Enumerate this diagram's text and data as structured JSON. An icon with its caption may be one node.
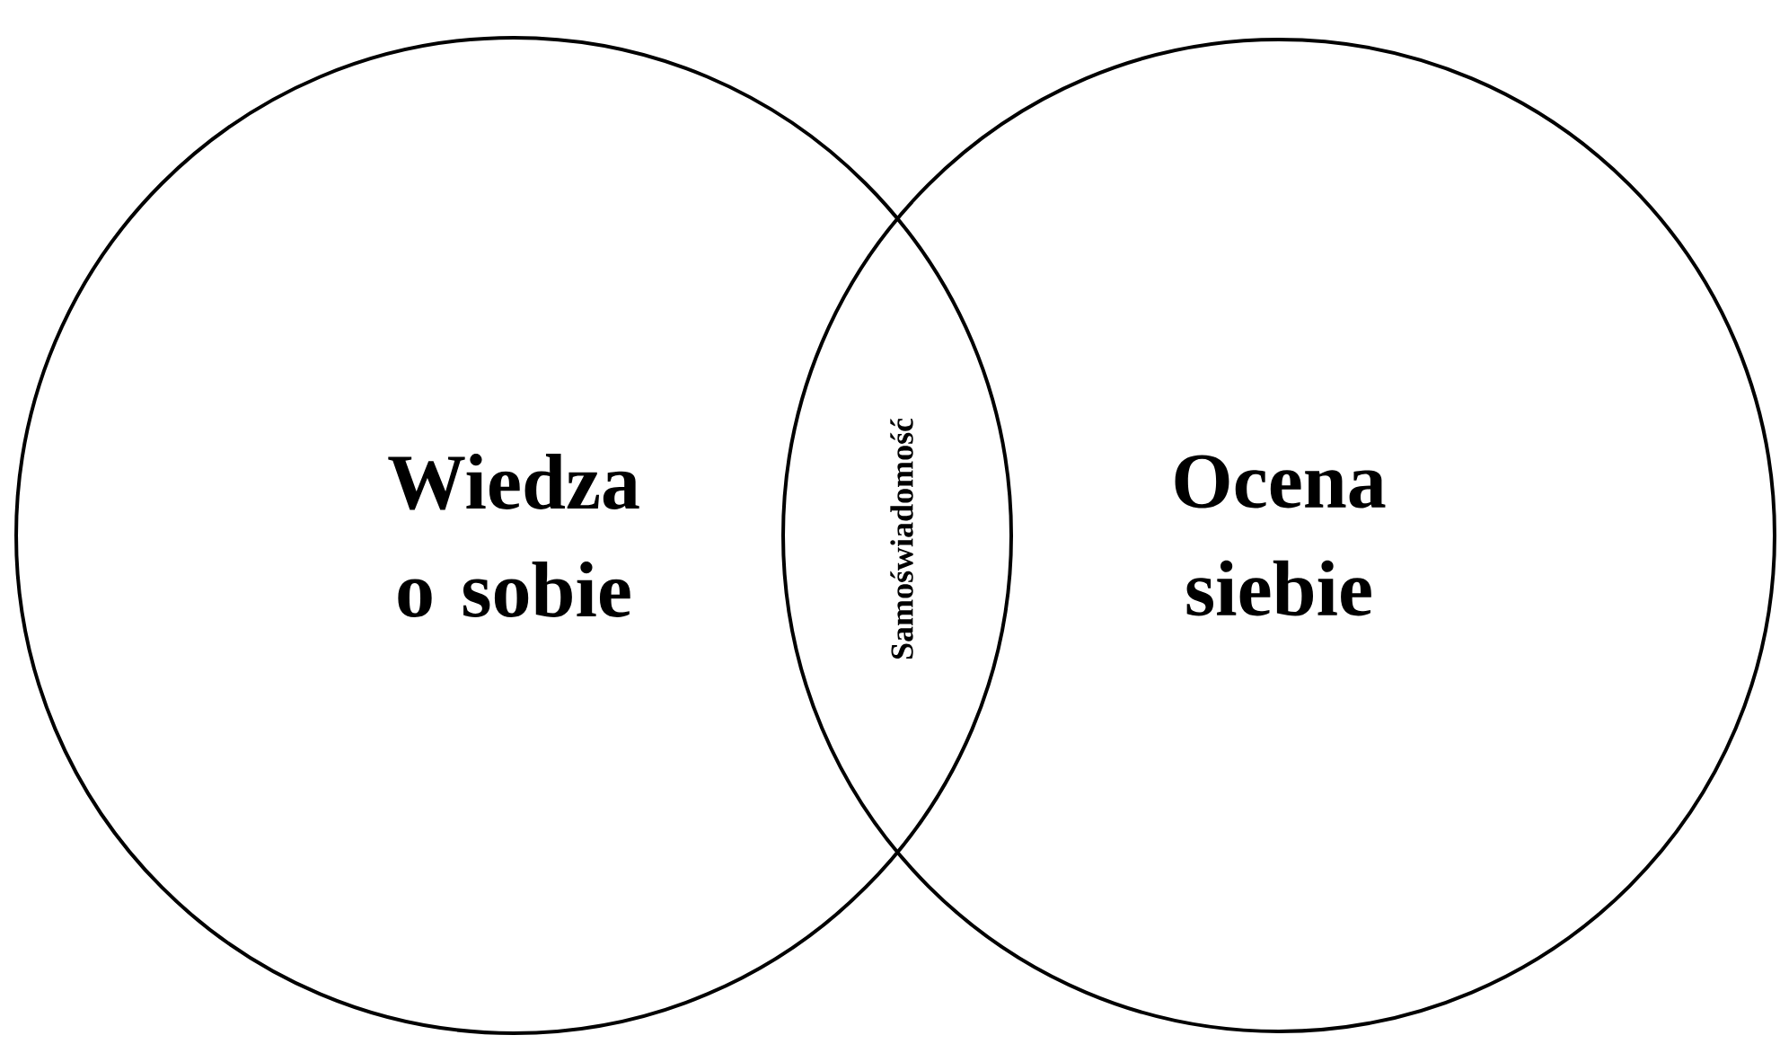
{
  "diagram": {
    "nodes": [
      {
        "text": [
          "Wiedza o sobie"
        ]
      },
      {
        "text": [
          "Ocena siebie"
        ]
      },
      {
        "text": [
          "Samoświadomość"
        ]
      }
    ]
  }
}
